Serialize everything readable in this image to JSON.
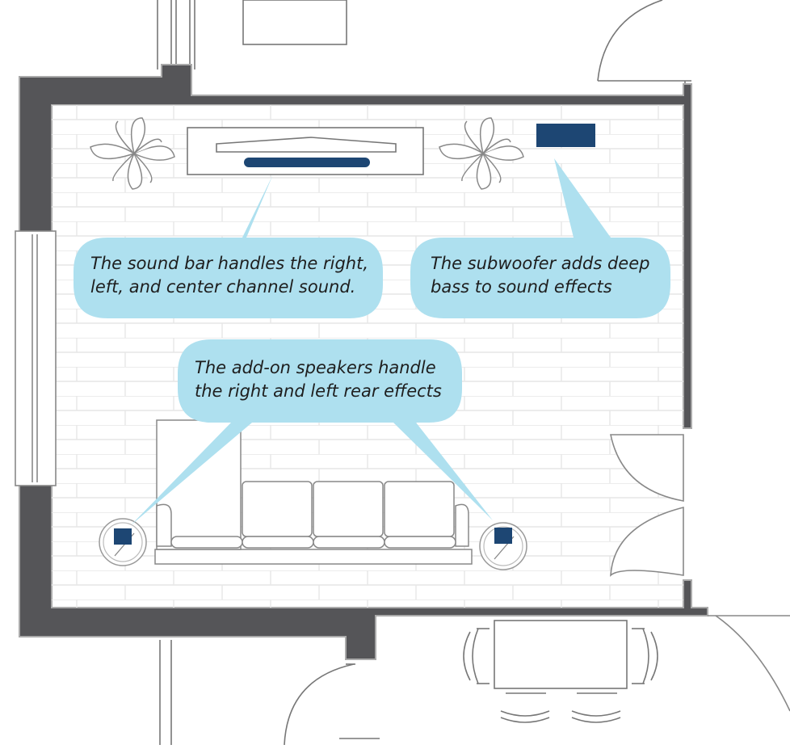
{
  "callouts": {
    "soundbar": {
      "line1": "The sound bar handles the right,",
      "line2": "left, and center channel sound."
    },
    "subwoofer": {
      "line1": "The subwoofer adds deep",
      "line2": "bass to sound effects"
    },
    "rear_speakers": {
      "line1": "The add-on speakers handle",
      "line2": "the right and left rear effects"
    }
  },
  "colors": {
    "callout_fill": "#aee0ef",
    "speaker_fill": "#1d4673",
    "wall_fill": "#555558",
    "brick_line": "#e6e6e6",
    "sketch_line": "#8a8a8a"
  }
}
